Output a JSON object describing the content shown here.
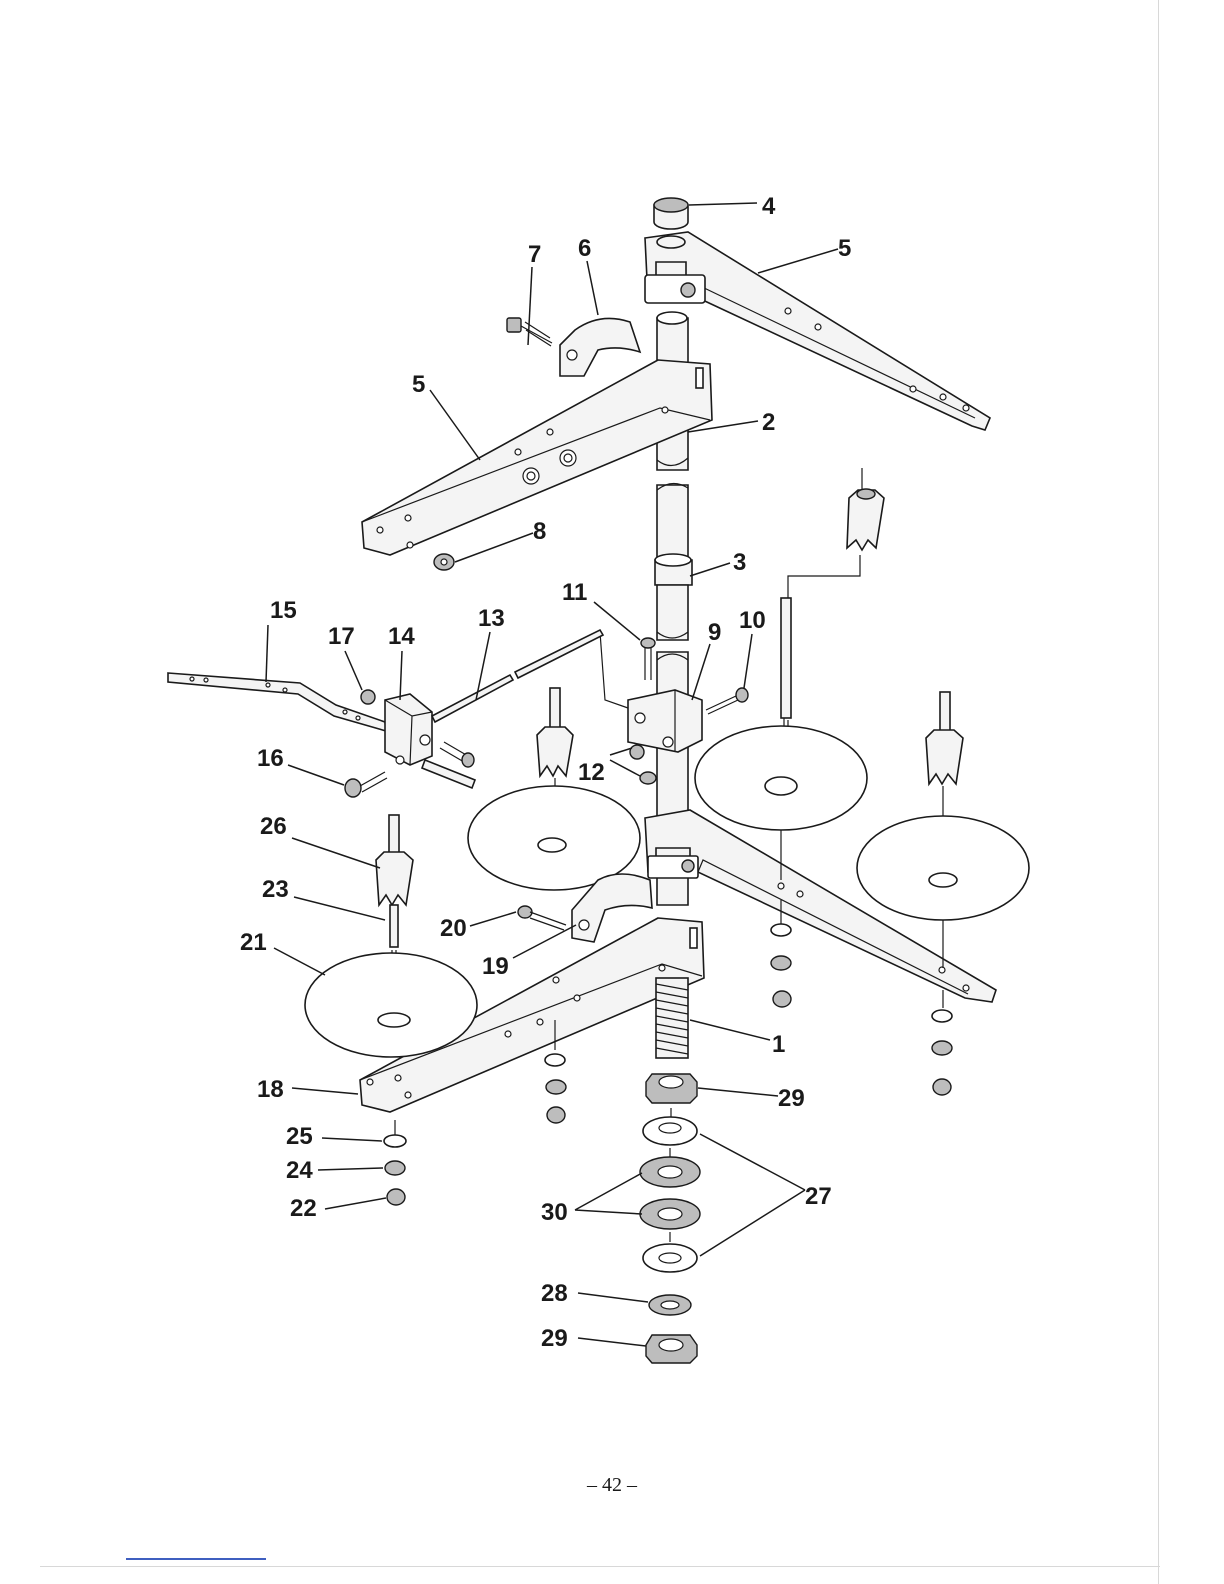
{
  "labels": {
    "l1": "1",
    "l2": "2",
    "l3": "3",
    "l4": "4",
    "l5a": "5",
    "l5b": "5",
    "l6": "6",
    "l7": "7",
    "l8": "8",
    "l9": "9",
    "l10": "10",
    "l11": "11",
    "l12": "12",
    "l13": "13",
    "l14": "14",
    "l15": "15",
    "l16": "16",
    "l17": "17",
    "l18": "18",
    "l19": "19",
    "l20": "20",
    "l21": "21",
    "l22": "22",
    "l23": "23",
    "l24": "24",
    "l25": "25",
    "l26": "26",
    "l27": "27",
    "l28": "28",
    "l29a": "29",
    "l29b": "29",
    "l30": "30"
  },
  "page_number": "– 42 –"
}
